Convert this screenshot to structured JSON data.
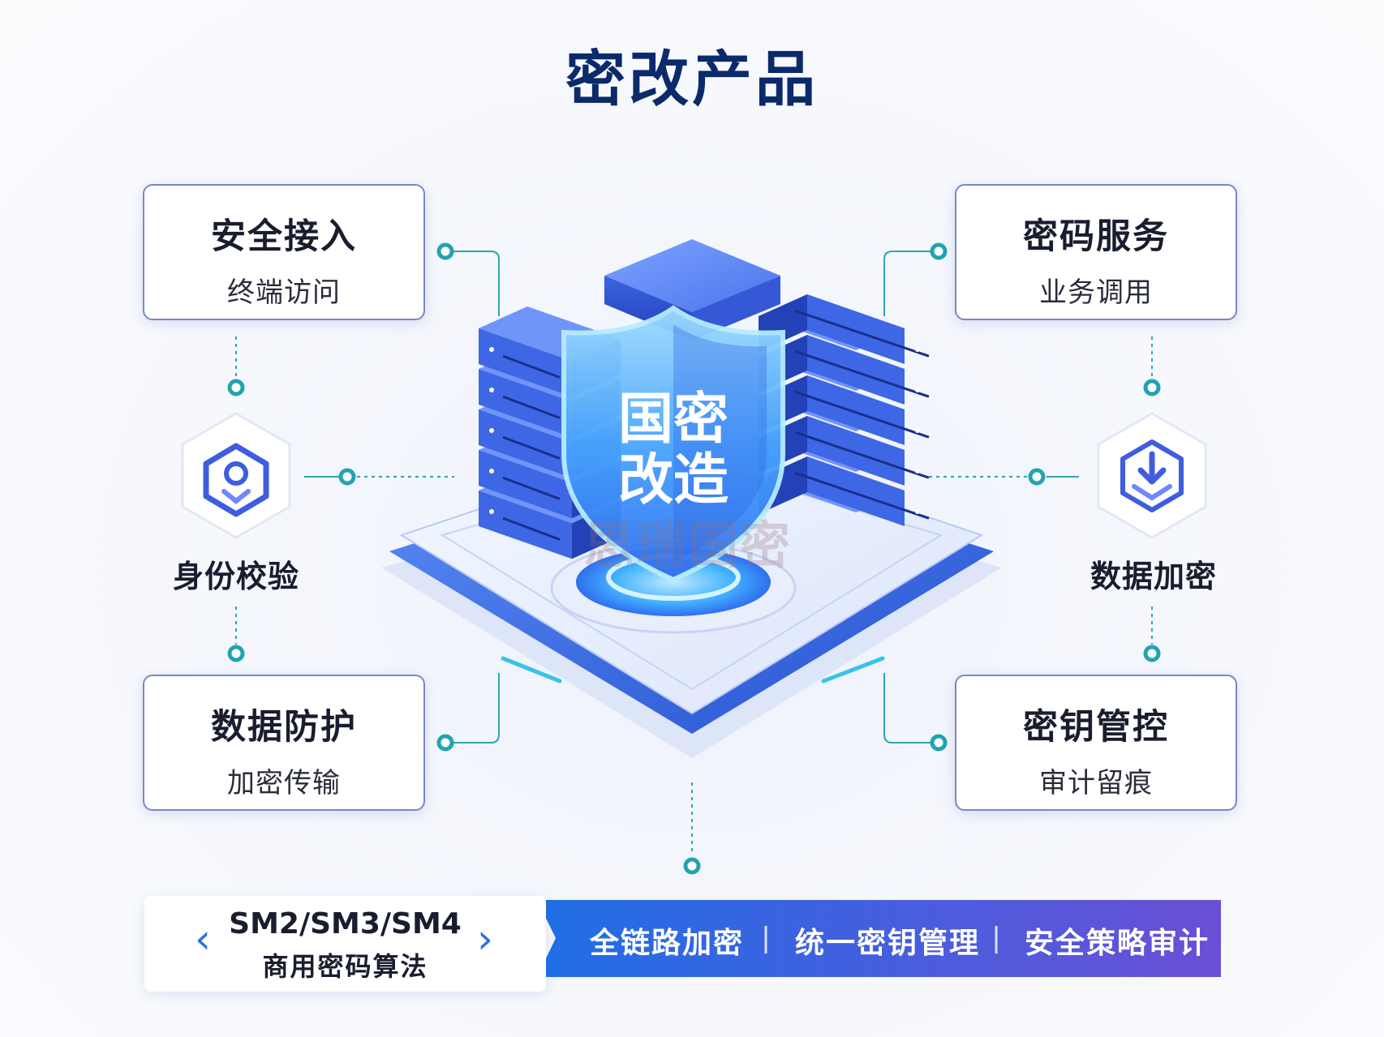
{
  "title": "密改产品",
  "cards": {
    "top_left": {
      "heading": "安全接入",
      "sub": "终端访问"
    },
    "top_right": {
      "heading": "密码服务",
      "sub": "业务调用"
    },
    "bottom_left": {
      "heading": "数据防护",
      "sub": "加密传输"
    },
    "bottom_right": {
      "heading": "密钥管控",
      "sub": "审计留痕"
    }
  },
  "hex_icons": {
    "left": {
      "label": "身份校验",
      "icon": "location-pin-shield-icon"
    },
    "right": {
      "label": "数据加密",
      "icon": "download-tray-icon"
    }
  },
  "shield": {
    "line1": "国密",
    "line2": "改造"
  },
  "watermark": "思瑞国密",
  "bottom": {
    "algorithms": "SM2/SM3/SM4",
    "algorithms_sub": "商用密码算法",
    "banner_items": [
      "全链路加密",
      "统一密钥管理",
      "安全策略审计"
    ]
  },
  "colors": {
    "title": "#0b2a6a",
    "accent_blue": "#2d6ee8",
    "connector_teal": "#1aa3b0",
    "card_border": "#7b86c9",
    "banner_start": "#1f6fe6",
    "banner_end": "#6a4fd6"
  }
}
